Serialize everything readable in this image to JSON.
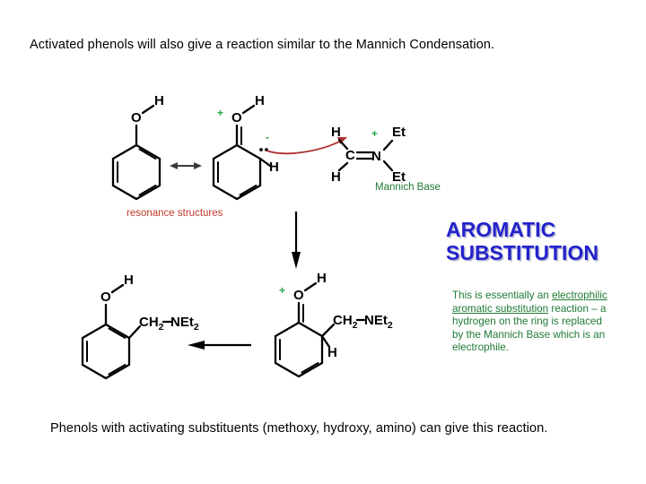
{
  "slide": {
    "top_text": "Activated phenols will also give a reaction similar to the Mannich Condensation.",
    "bottom_text": "Phenols with activating substituents (methoxy, hydroxy, amino) can give this reaction.",
    "resonance_label": "resonance structures",
    "mannich_label": "Mannich Base",
    "title_line1": "AROMATIC",
    "title_line2": "SUBSTITUTION",
    "note": {
      "part1": "This is essentially an ",
      "underlined1": "electrophilic",
      "underlined2": "aromatic substitution",
      "part2": " reaction – a hydrogen on the ring is replaced by the Mannich Base which is an electrophile."
    }
  },
  "colors": {
    "text": "#000000",
    "red_label": "#c0392b",
    "green_label": "#1f7a35",
    "blue_title": "#2222cc",
    "charge_green": "#22aa44",
    "curved_arrow_red": "#b03030"
  },
  "structures": {
    "phenol": {
      "name": "phenol",
      "atoms": {
        "O": "O",
        "H": "H"
      }
    },
    "phenol_resonance": {
      "name": "phenol-resonance-carbanion",
      "atoms": {
        "O": "O",
        "H_hydroxyl": "H",
        "H_ring": "H"
      },
      "charges": {
        "oxygen": "+",
        "carbon": "-"
      }
    },
    "mannich_base": {
      "name": "iminium-mannich-base",
      "atoms": {
        "H_top": "H",
        "H_bottom": "H",
        "C": "C",
        "N": "N",
        "Et_top": "Et",
        "Et_bottom": "Et"
      },
      "charges": {
        "nitrogen": "+"
      }
    },
    "intermediate": {
      "name": "cyclohexadienone-cation-intermediate",
      "atoms": {
        "O": "O",
        "H_hydroxyl": "H",
        "H_sp3": "H",
        "CH2": "CH",
        "CH2_sub": "2",
        "N": "NEt",
        "N_sub": "2"
      },
      "charges": {
        "oxygen": "+"
      }
    },
    "product": {
      "name": "2-diethylaminomethylphenol-product",
      "atoms": {
        "O": "O",
        "H": "H",
        "CH2": "CH",
        "CH2_sub": "2",
        "N": "NEt",
        "N_sub": "2"
      }
    }
  },
  "arrows": {
    "resonance_arrow": "double-headed",
    "mechanism_arrow": "curved-red",
    "down_arrow": "down",
    "left_arrow": "left"
  }
}
